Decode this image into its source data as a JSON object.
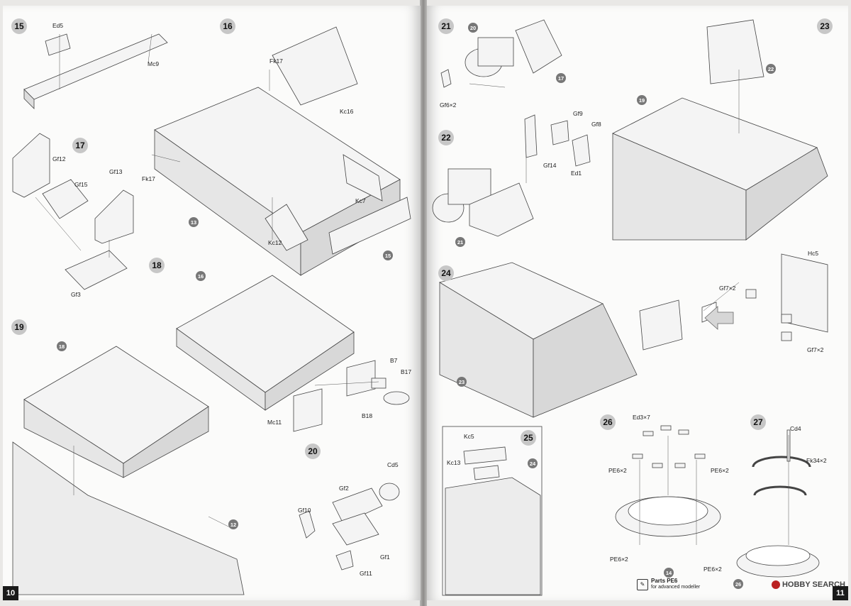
{
  "left_page": {
    "page_number": "10",
    "steps": [
      {
        "number": "15"
      },
      {
        "number": "16"
      },
      {
        "number": "17"
      },
      {
        "number": "18"
      },
      {
        "number": "19"
      },
      {
        "number": "20"
      }
    ],
    "labels": {
      "ed5": "Ed5",
      "mc9": "Mc9",
      "fk17a": "Fk17",
      "fk17b": "Fk17",
      "kc16": "Kc16",
      "kc7": "Kc7",
      "kc12": "Kc12",
      "gf12": "Gf12",
      "gf15": "Gf15",
      "gf13": "Gf13",
      "gf3": "Gf3",
      "b7": "B7",
      "b17": "B17",
      "b18": "B18",
      "mc11": "Mc11",
      "cd5": "Cd5",
      "gf2": "Gf2",
      "gf10": "Gf10",
      "gf1": "Gf1",
      "gf11": "Gf11"
    },
    "refs": {
      "r13": "13",
      "r15": "15",
      "r16": "16",
      "r18": "18",
      "r12": "12"
    }
  },
  "right_page": {
    "page_number": "11",
    "steps": [
      {
        "number": "21"
      },
      {
        "number": "22"
      },
      {
        "number": "23"
      },
      {
        "number": "24"
      },
      {
        "number": "25"
      },
      {
        "number": "26"
      },
      {
        "number": "27"
      }
    ],
    "labels": {
      "n20": "20",
      "gf6": "Gf6",
      "gf6x": "×2",
      "gf9": "Gf9",
      "gf8": "Gf8",
      "gf14": "Gf14",
      "ed1": "Ed1",
      "hc5": "Hc5",
      "gf7a": "Gf7",
      "gf7ax": "×2",
      "gf7b": "Gf7",
      "gf7bx": "×2",
      "kc5": "Kc5",
      "kc13": "Kc13",
      "ed3": "Ed3",
      "ed3x": "×7",
      "pe6a": "PE6",
      "pe6ax": "×2",
      "pe6b": "PE6",
      "pe6bx": "×2",
      "pe6c": "PE6",
      "pe6cx": "×2",
      "pe6d": "PE6",
      "pe6dx": "×2",
      "cd4": "Cd4",
      "fk34": "Fk34",
      "fk34x": "×2"
    },
    "refs": {
      "r17": "17",
      "r21": "21",
      "r22": "22",
      "r19": "19",
      "r23": "23",
      "r24": "24",
      "r14": "14",
      "r26": "26"
    },
    "pe_note": {
      "title": "Parts PE6",
      "subtitle": "for advanced modeller"
    }
  },
  "watermark": {
    "text": "HOBBY SEARCH"
  }
}
